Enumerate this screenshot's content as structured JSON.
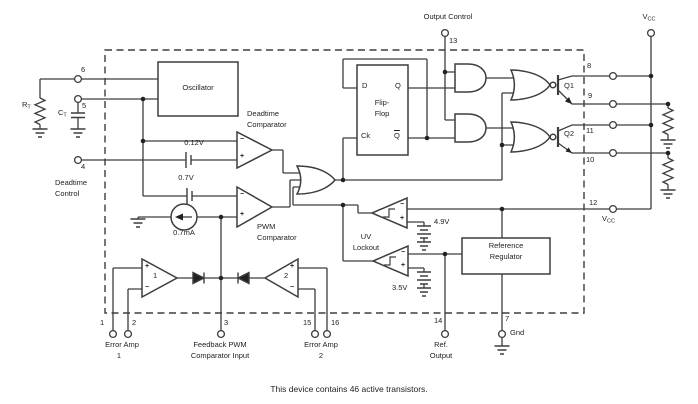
{
  "fig": {
    "caption": "This device contains 46 active transistors.",
    "labels": {
      "oscillator": "Oscillator",
      "deadtime_comparator": [
        "Deadtime",
        "Comparator"
      ],
      "pwm_comparator": [
        "PWM",
        "Comparator"
      ],
      "flip_flop": [
        "Flip-",
        "Flop"
      ],
      "ff_d": "D",
      "ff_q": "Q",
      "ff_ck": "Ck",
      "ff_qbar": "Q",
      "uv_lockout": [
        "UV",
        "Lockout"
      ],
      "reference_regulator": [
        "Reference",
        "Regulator"
      ],
      "output_control": "Output Control",
      "deadtime_control": [
        "Deadtime",
        "Control"
      ],
      "error_amp_1": [
        "Error Amp",
        "1"
      ],
      "error_amp_2": [
        "Error Amp",
        "2"
      ],
      "feedback_input": [
        "Feedback PWM",
        "Comparator Input"
      ],
      "ref_output": [
        "Ref.",
        "Output"
      ],
      "gnd": "Gnd",
      "q1": "Q1",
      "q2": "Q2",
      "amp1": "1",
      "amp2": "2",
      "v_012": "0.12V",
      "v_07": "0.7V",
      "i_07": "0.7mA",
      "v_49": "4.9V",
      "v_35": "3.5V",
      "rt": {
        "base": "R",
        "sub": "T"
      },
      "ct": {
        "base": "C",
        "sub": "T"
      },
      "vcc": {
        "base": "V",
        "sub": "CC"
      },
      "plus": "+",
      "minus": "−"
    },
    "pins": {
      "p1": "1",
      "p2": "2",
      "p3": "3",
      "p4": "4",
      "p5": "5",
      "p6": "6",
      "p7": "7",
      "p8": "8",
      "p9": "9",
      "p10": "10",
      "p11": "11",
      "p12": "12",
      "p13": "13",
      "p14": "14",
      "p15": "15",
      "p16": "16"
    },
    "colors": {
      "line": "#3d3d3d",
      "text": "#222222",
      "background": "#ffffff"
    }
  }
}
